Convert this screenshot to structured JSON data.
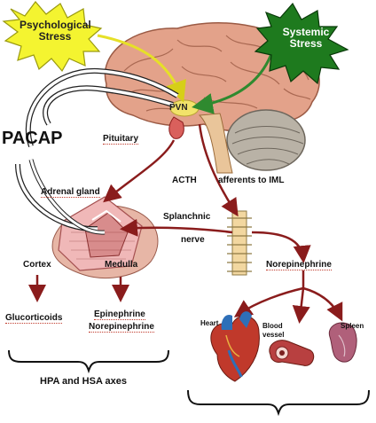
{
  "labels": {
    "psychological_stress_line1": "Psychological",
    "psychological_stress_line2": "Stress",
    "systemic_stress_line1": "Systemic",
    "systemic_stress_line2": "Stress",
    "pacap": "PACAP",
    "pvn": "PVN",
    "pituitary": "Pituitary",
    "acth": "ACTH",
    "afferents_to_iml": "afferents to IML",
    "adrenal_gland": "Adrenal gland",
    "splanchnic": "Splanchnic",
    "nerve": "nerve",
    "cortex": "Cortex",
    "medulla": "Medulla",
    "norepinephrine_right": "Norepinephrine",
    "glucocorticoids": "Glucorticoids",
    "epinephrine": "Epinephrine",
    "norepinephrine_left": "Norepinephrine",
    "heart": "Heart",
    "blood_vessel_line1": "Blood",
    "blood_vessel_line2": "vessel",
    "spleen": "Spleen",
    "hpa_hsa_axes": "HPA and HSA axes"
  },
  "colors": {
    "psychological_burst": "#f4f430",
    "systemic_burst": "#1e7a1e",
    "brain": "#e3a28a",
    "cerebellum": "#b9b2a6",
    "pathway_red": "#8a1c1c",
    "spinal_cord": "#f2d7a0",
    "adrenal_cortex": "#f0b8b8",
    "adrenal_medulla": "#d88c8c",
    "heart_red": "#c0392b",
    "heart_blue": "#2e6fb8",
    "spleen": "#b0607a",
    "yellow_path": "#e6e028",
    "green_path": "#2f8a2f"
  }
}
